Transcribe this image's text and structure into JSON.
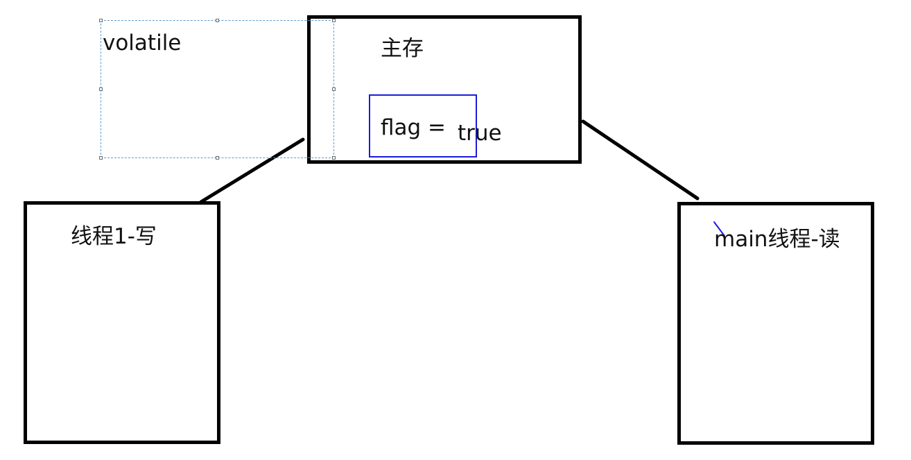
{
  "diagram": {
    "selection_label": "volatile",
    "main_memory": {
      "title": "主存",
      "flag_label": "flag =",
      "flag_value": "true"
    },
    "thread_write": {
      "title": "线程1-写"
    },
    "thread_read": {
      "title": "main线程-读"
    }
  },
  "colors": {
    "box_border": "#000000",
    "flag_box_border": "#1a1adc",
    "selection_border": "#5b9bd5",
    "cursor_mark": "#1a1adc"
  }
}
